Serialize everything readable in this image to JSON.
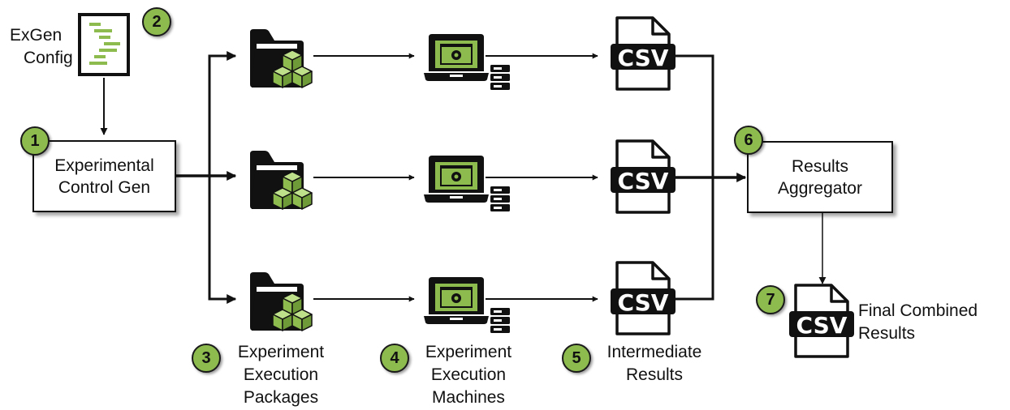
{
  "config": {
    "line1": "ExGen",
    "line2": "Config"
  },
  "control_gen": {
    "line1": "Experimental",
    "line2": "Control Gen"
  },
  "aggregator": {
    "line1": "Results",
    "line2": "Aggregator"
  },
  "csv_text": "CSV",
  "final": {
    "line1": "Final Combined",
    "line2": "Results"
  },
  "packages_label": {
    "line1": "Experiment",
    "line2": "Execution",
    "line3": "Packages"
  },
  "machines_label": {
    "line1": "Experiment",
    "line2": "Execution",
    "line3": "Machines"
  },
  "intermediate_label": {
    "line1": "Intermediate",
    "line2": "Results"
  },
  "badges": [
    "1",
    "2",
    "3",
    "4",
    "5",
    "6",
    "7"
  ],
  "colors": {
    "accent_green": "#8dbb4e",
    "icon_dark": "#111111",
    "line": "#111111"
  }
}
